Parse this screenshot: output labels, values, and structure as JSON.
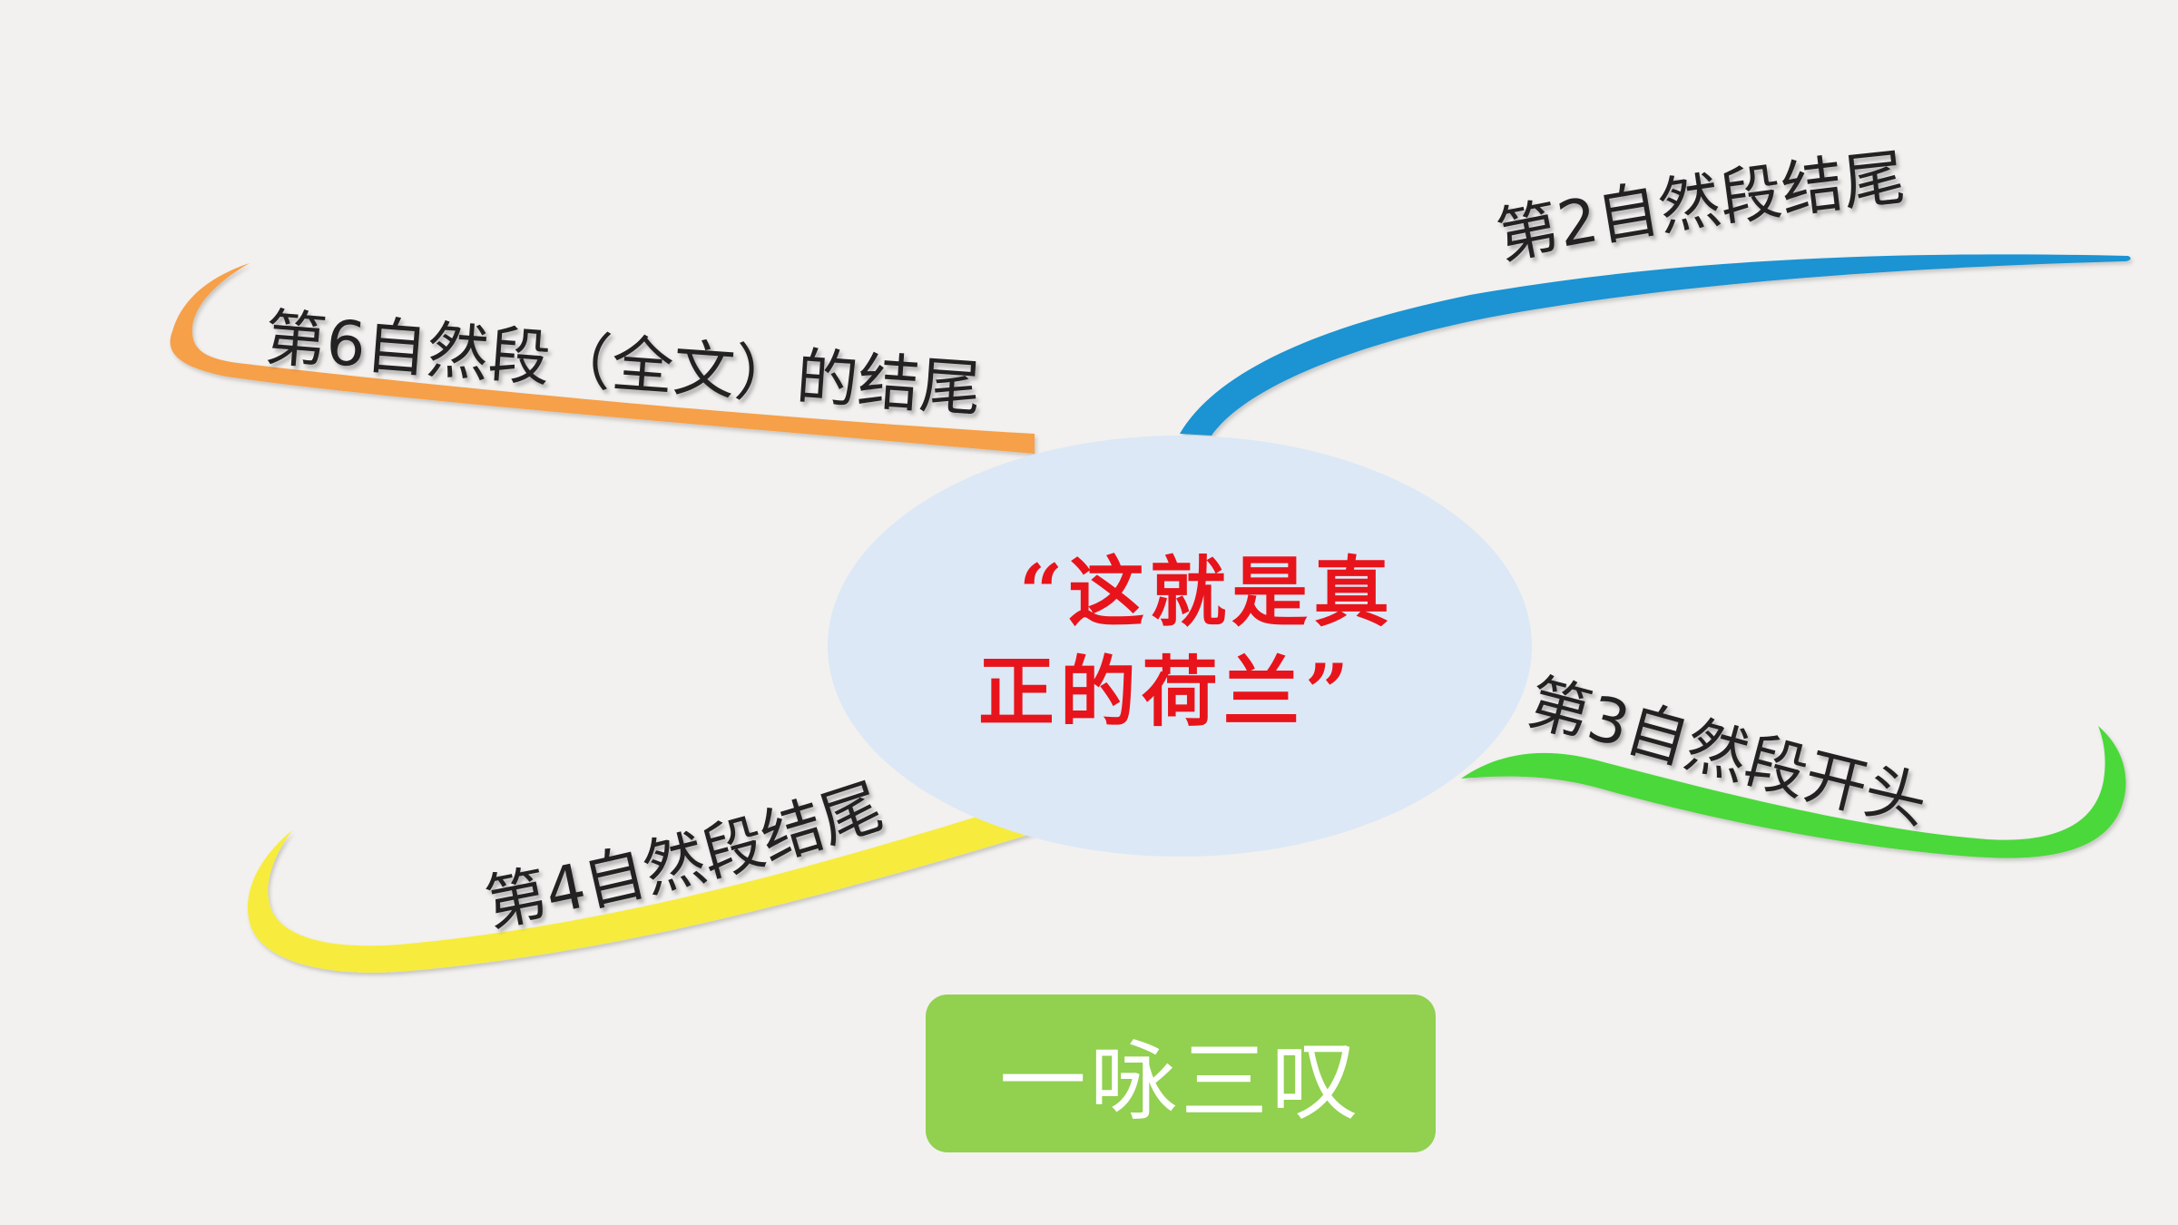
{
  "center": {
    "line1": "“这就是真",
    "line2": "正的荷兰”",
    "text_color": "#e8141b",
    "fill_color": "#dce8f5"
  },
  "branches": [
    {
      "id": "orange",
      "label": "第6自然段（全文）的结尾",
      "color": "#f6a04a"
    },
    {
      "id": "blue",
      "label": "第2自然段结尾",
      "color": "#1a93d2"
    },
    {
      "id": "green",
      "label": "第3自然段开头",
      "color": "#4cd83a"
    },
    {
      "id": "yellow",
      "label": "第4自然段结尾",
      "color": "#f7ec3c"
    }
  ],
  "tag": {
    "label": "一咏三叹",
    "color": "#92d050"
  }
}
